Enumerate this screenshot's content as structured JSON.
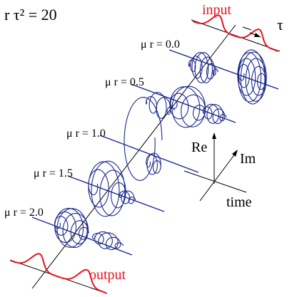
{
  "header": {
    "equation": "r τ² = 20"
  },
  "pulses": {
    "input_label": "input",
    "output_label": "output",
    "tau_label": "τ"
  },
  "stages": [
    {
      "label": "μ r = 0.0"
    },
    {
      "label": "μ r = 0.5"
    },
    {
      "label": "μ r = 1.0"
    },
    {
      "label": "μ r = 1.5"
    },
    {
      "label": "μ r = 2.0"
    }
  ],
  "axes": {
    "re_label": "Re",
    "im_label": "Im",
    "time_label": "time"
  },
  "colors": {
    "pulse": "#e8141e",
    "spiral": "#1c2a8c",
    "line": "#000000"
  }
}
